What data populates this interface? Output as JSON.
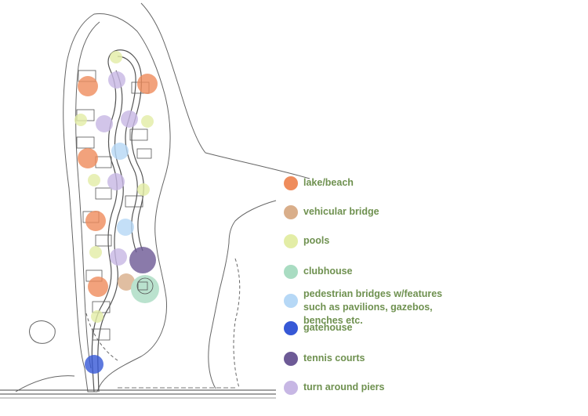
{
  "legend": [
    {
      "key": "lake",
      "label": "lake/beach",
      "color": "#ef8c5c"
    },
    {
      "key": "vehicular",
      "label": "vehicular bridge",
      "color": "#d9ae8a"
    },
    {
      "key": "pools",
      "label": "pools",
      "color": "#e3eda6"
    },
    {
      "key": "clubhouse",
      "label": "clubhouse",
      "color": "#a9dcc2"
    },
    {
      "key": "pedestrian",
      "label": "pedestrian bridges w/features such as pavilions, gazebos, benches etc.",
      "color": "#b6d8f6"
    },
    {
      "key": "gatehouse",
      "label": "gatehouse",
      "color": "#3658d6"
    },
    {
      "key": "tennis",
      "label": "tennis courts",
      "color": "#6d5a96"
    },
    {
      "key": "piers",
      "label": "turn around piers",
      "color": "#c7b7e4"
    }
  ]
}
